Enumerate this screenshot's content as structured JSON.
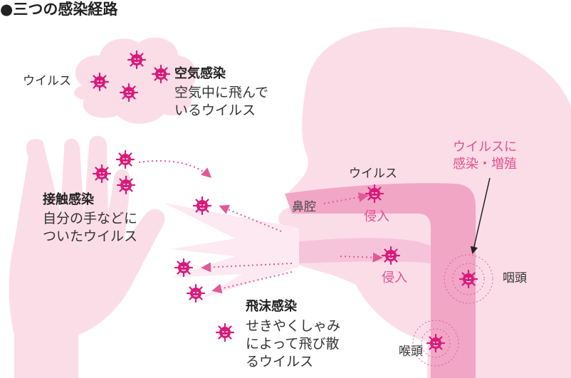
{
  "title": "●三つの感染経路",
  "labels": {
    "virus_cloud": "ウイルス",
    "virus_nasal": "ウイルス",
    "nasal_cavity": "鼻腔",
    "invasion_1": "侵入",
    "invasion_2": "侵入",
    "pharynx": "咽頭",
    "larynx": "喉頭",
    "infection_line1": "ウイルスに",
    "infection_line2": "感染・増殖"
  },
  "routes": {
    "airborne": {
      "heading": "空気感染",
      "line1": "空気中に飛んで",
      "line2": "いるウイルス"
    },
    "contact": {
      "heading": "接触感染",
      "line1": "自分の手などに",
      "line2": "ついたウイルス"
    },
    "droplet": {
      "heading": "飛沫感染",
      "line1": "せきやくしゃみ",
      "line2": "によって飛び散",
      "line3": "るウイルス"
    }
  },
  "colors": {
    "virus": "#d81b7a",
    "skin": "#fbdde8",
    "airway": "#f2a6c6",
    "airway_light": "#f6c4da",
    "spray": "#fde9f1",
    "accent_text": "#e0508f",
    "arrow": "#e05a97"
  },
  "icons": [
    "virus-icon",
    "cloud-shape",
    "hand-shape",
    "head-profile",
    "airway-tube"
  ]
}
